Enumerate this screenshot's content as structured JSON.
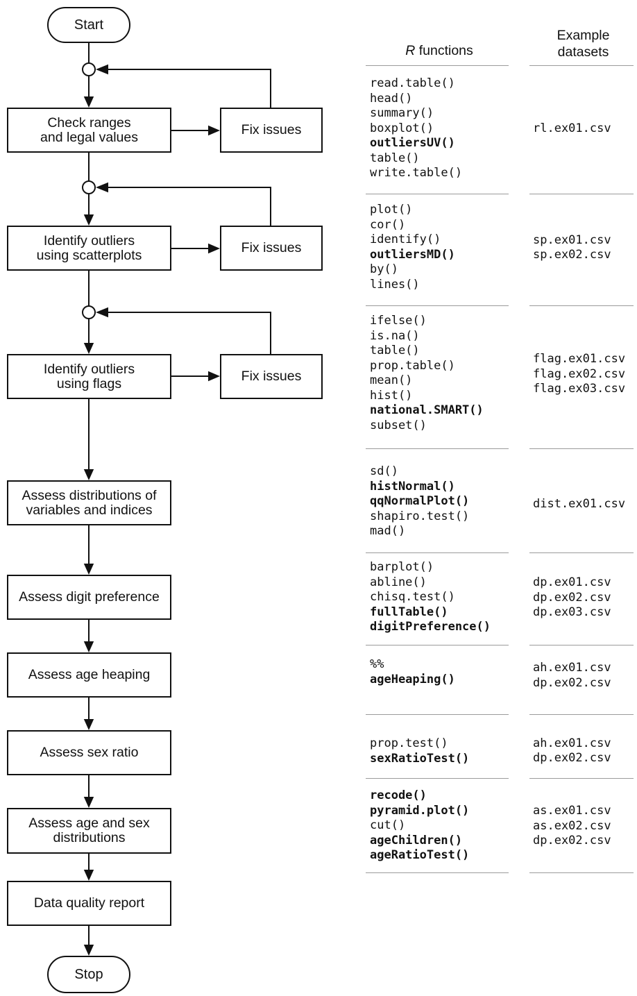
{
  "headers": {
    "r_italic": "R",
    "r_rest": " functions",
    "datasets": "Example\ndatasets"
  },
  "flowchart": {
    "start_label": "Start",
    "stop_label": "Stop",
    "fix_issues_label": "Fix issues",
    "steps": [
      {
        "label": "Check ranges\nand legal values"
      },
      {
        "label": "Identify outliers\nusing scatterplots"
      },
      {
        "label": "Identify outliers\nusing flags"
      },
      {
        "label": "Assess distributions of\nvariables and indices"
      },
      {
        "label": "Assess digit preference"
      },
      {
        "label": "Assess age heaping"
      },
      {
        "label": "Assess sex ratio"
      },
      {
        "label": "Assess age and sex\ndistributions"
      },
      {
        "label": "Data quality report"
      }
    ]
  },
  "blocks": [
    {
      "functions": [
        {
          "text": "read.table()",
          "bold": false
        },
        {
          "text": "head()",
          "bold": false
        },
        {
          "text": "summary()",
          "bold": false
        },
        {
          "text": "boxplot()",
          "bold": false
        },
        {
          "text": "outliersUV()",
          "bold": true
        },
        {
          "text": "table()",
          "bold": false
        },
        {
          "text": "write.table()",
          "bold": false
        }
      ],
      "datasets": [
        "rl.ex01.csv"
      ]
    },
    {
      "functions": [
        {
          "text": "plot()",
          "bold": false
        },
        {
          "text": "cor()",
          "bold": false
        },
        {
          "text": "identify()",
          "bold": false
        },
        {
          "text": "outliersMD()",
          "bold": true
        },
        {
          "text": "by()",
          "bold": false
        },
        {
          "text": "lines()",
          "bold": false
        }
      ],
      "datasets": [
        "sp.ex01.csv",
        "sp.ex02.csv"
      ]
    },
    {
      "functions": [
        {
          "text": "ifelse()",
          "bold": false
        },
        {
          "text": "is.na()",
          "bold": false
        },
        {
          "text": "table()",
          "bold": false
        },
        {
          "text": "prop.table()",
          "bold": false
        },
        {
          "text": "mean()",
          "bold": false
        },
        {
          "text": "hist()",
          "bold": false
        },
        {
          "text": "national.SMART()",
          "bold": true
        },
        {
          "text": "subset()",
          "bold": false
        }
      ],
      "datasets": [
        "flag.ex01.csv",
        "flag.ex02.csv",
        "flag.ex03.csv"
      ]
    },
    {
      "functions": [
        {
          "text": "sd()",
          "bold": false
        },
        {
          "text": "histNormal()",
          "bold": true
        },
        {
          "text": "qqNormalPlot()",
          "bold": true
        },
        {
          "text": "shapiro.test()",
          "bold": false
        },
        {
          "text": "mad()",
          "bold": false
        }
      ],
      "datasets": [
        "dist.ex01.csv"
      ]
    },
    {
      "functions": [
        {
          "text": "barplot()",
          "bold": false
        },
        {
          "text": "abline()",
          "bold": false
        },
        {
          "text": "chisq.test()",
          "bold": false
        },
        {
          "text": "fullTable()",
          "bold": true
        },
        {
          "text": "digitPreference()",
          "bold": true
        }
      ],
      "datasets": [
        "dp.ex01.csv",
        "dp.ex02.csv",
        "dp.ex03.csv"
      ]
    },
    {
      "functions": [
        {
          "text": "%%",
          "bold": false
        },
        {
          "text": "ageHeaping()",
          "bold": true
        }
      ],
      "datasets": [
        "ah.ex01.csv",
        "dp.ex02.csv"
      ]
    },
    {
      "functions": [
        {
          "text": "prop.test()",
          "bold": false
        },
        {
          "text": "sexRatioTest()",
          "bold": true
        }
      ],
      "datasets": [
        "ah.ex01.csv",
        "dp.ex02.csv"
      ]
    },
    {
      "functions": [
        {
          "text": "recode()",
          "bold": true
        },
        {
          "text": "pyramid.plot()",
          "bold": true
        },
        {
          "text": "cut()",
          "bold": false
        },
        {
          "text": "ageChildren()",
          "bold": true
        },
        {
          "text": "ageRatioTest()",
          "bold": true
        }
      ],
      "datasets": [
        "as.ex01.csv",
        "as.ex02.csv",
        "dp.ex02.csv"
      ]
    }
  ]
}
